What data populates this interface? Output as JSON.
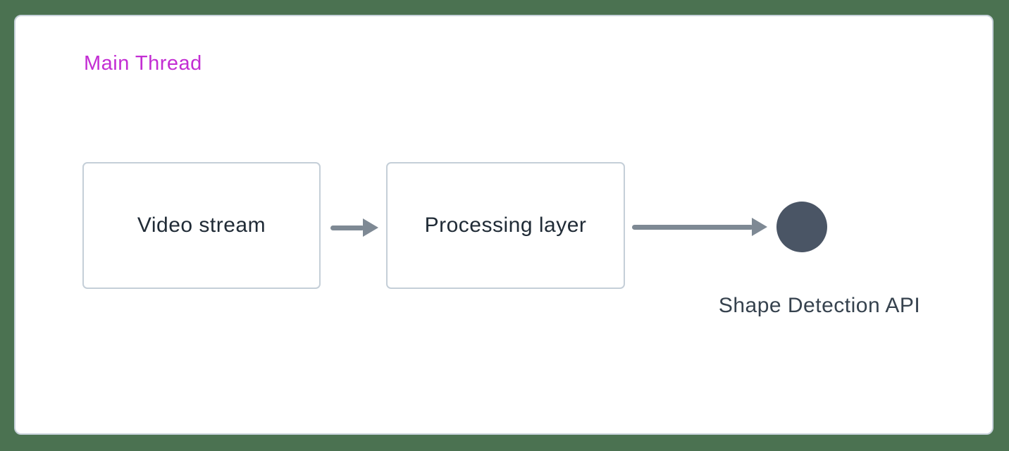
{
  "colors": {
    "background": "#4b7251",
    "card-bg": "#ffffff",
    "card-border": "#c7d1da",
    "node-border": "#c5cfd8",
    "node-text": "#202b36",
    "thread-label": "#c32dd3",
    "arrow": "#7e8994",
    "circle-fill": "#4a5565",
    "api-label": "#36424e"
  },
  "diagram": {
    "thread_label": "Main Thread",
    "nodes": [
      {
        "id": "video-stream",
        "type": "box",
        "label": "Video stream"
      },
      {
        "id": "processing-layer",
        "type": "box",
        "label": "Processing layer"
      },
      {
        "id": "shape-detection-api",
        "type": "circle",
        "label": "Shape Detection API"
      }
    ],
    "edges": [
      {
        "from": "video-stream",
        "to": "processing-layer",
        "style": "arrow"
      },
      {
        "from": "processing-layer",
        "to": "shape-detection-api",
        "style": "arrow"
      }
    ]
  }
}
